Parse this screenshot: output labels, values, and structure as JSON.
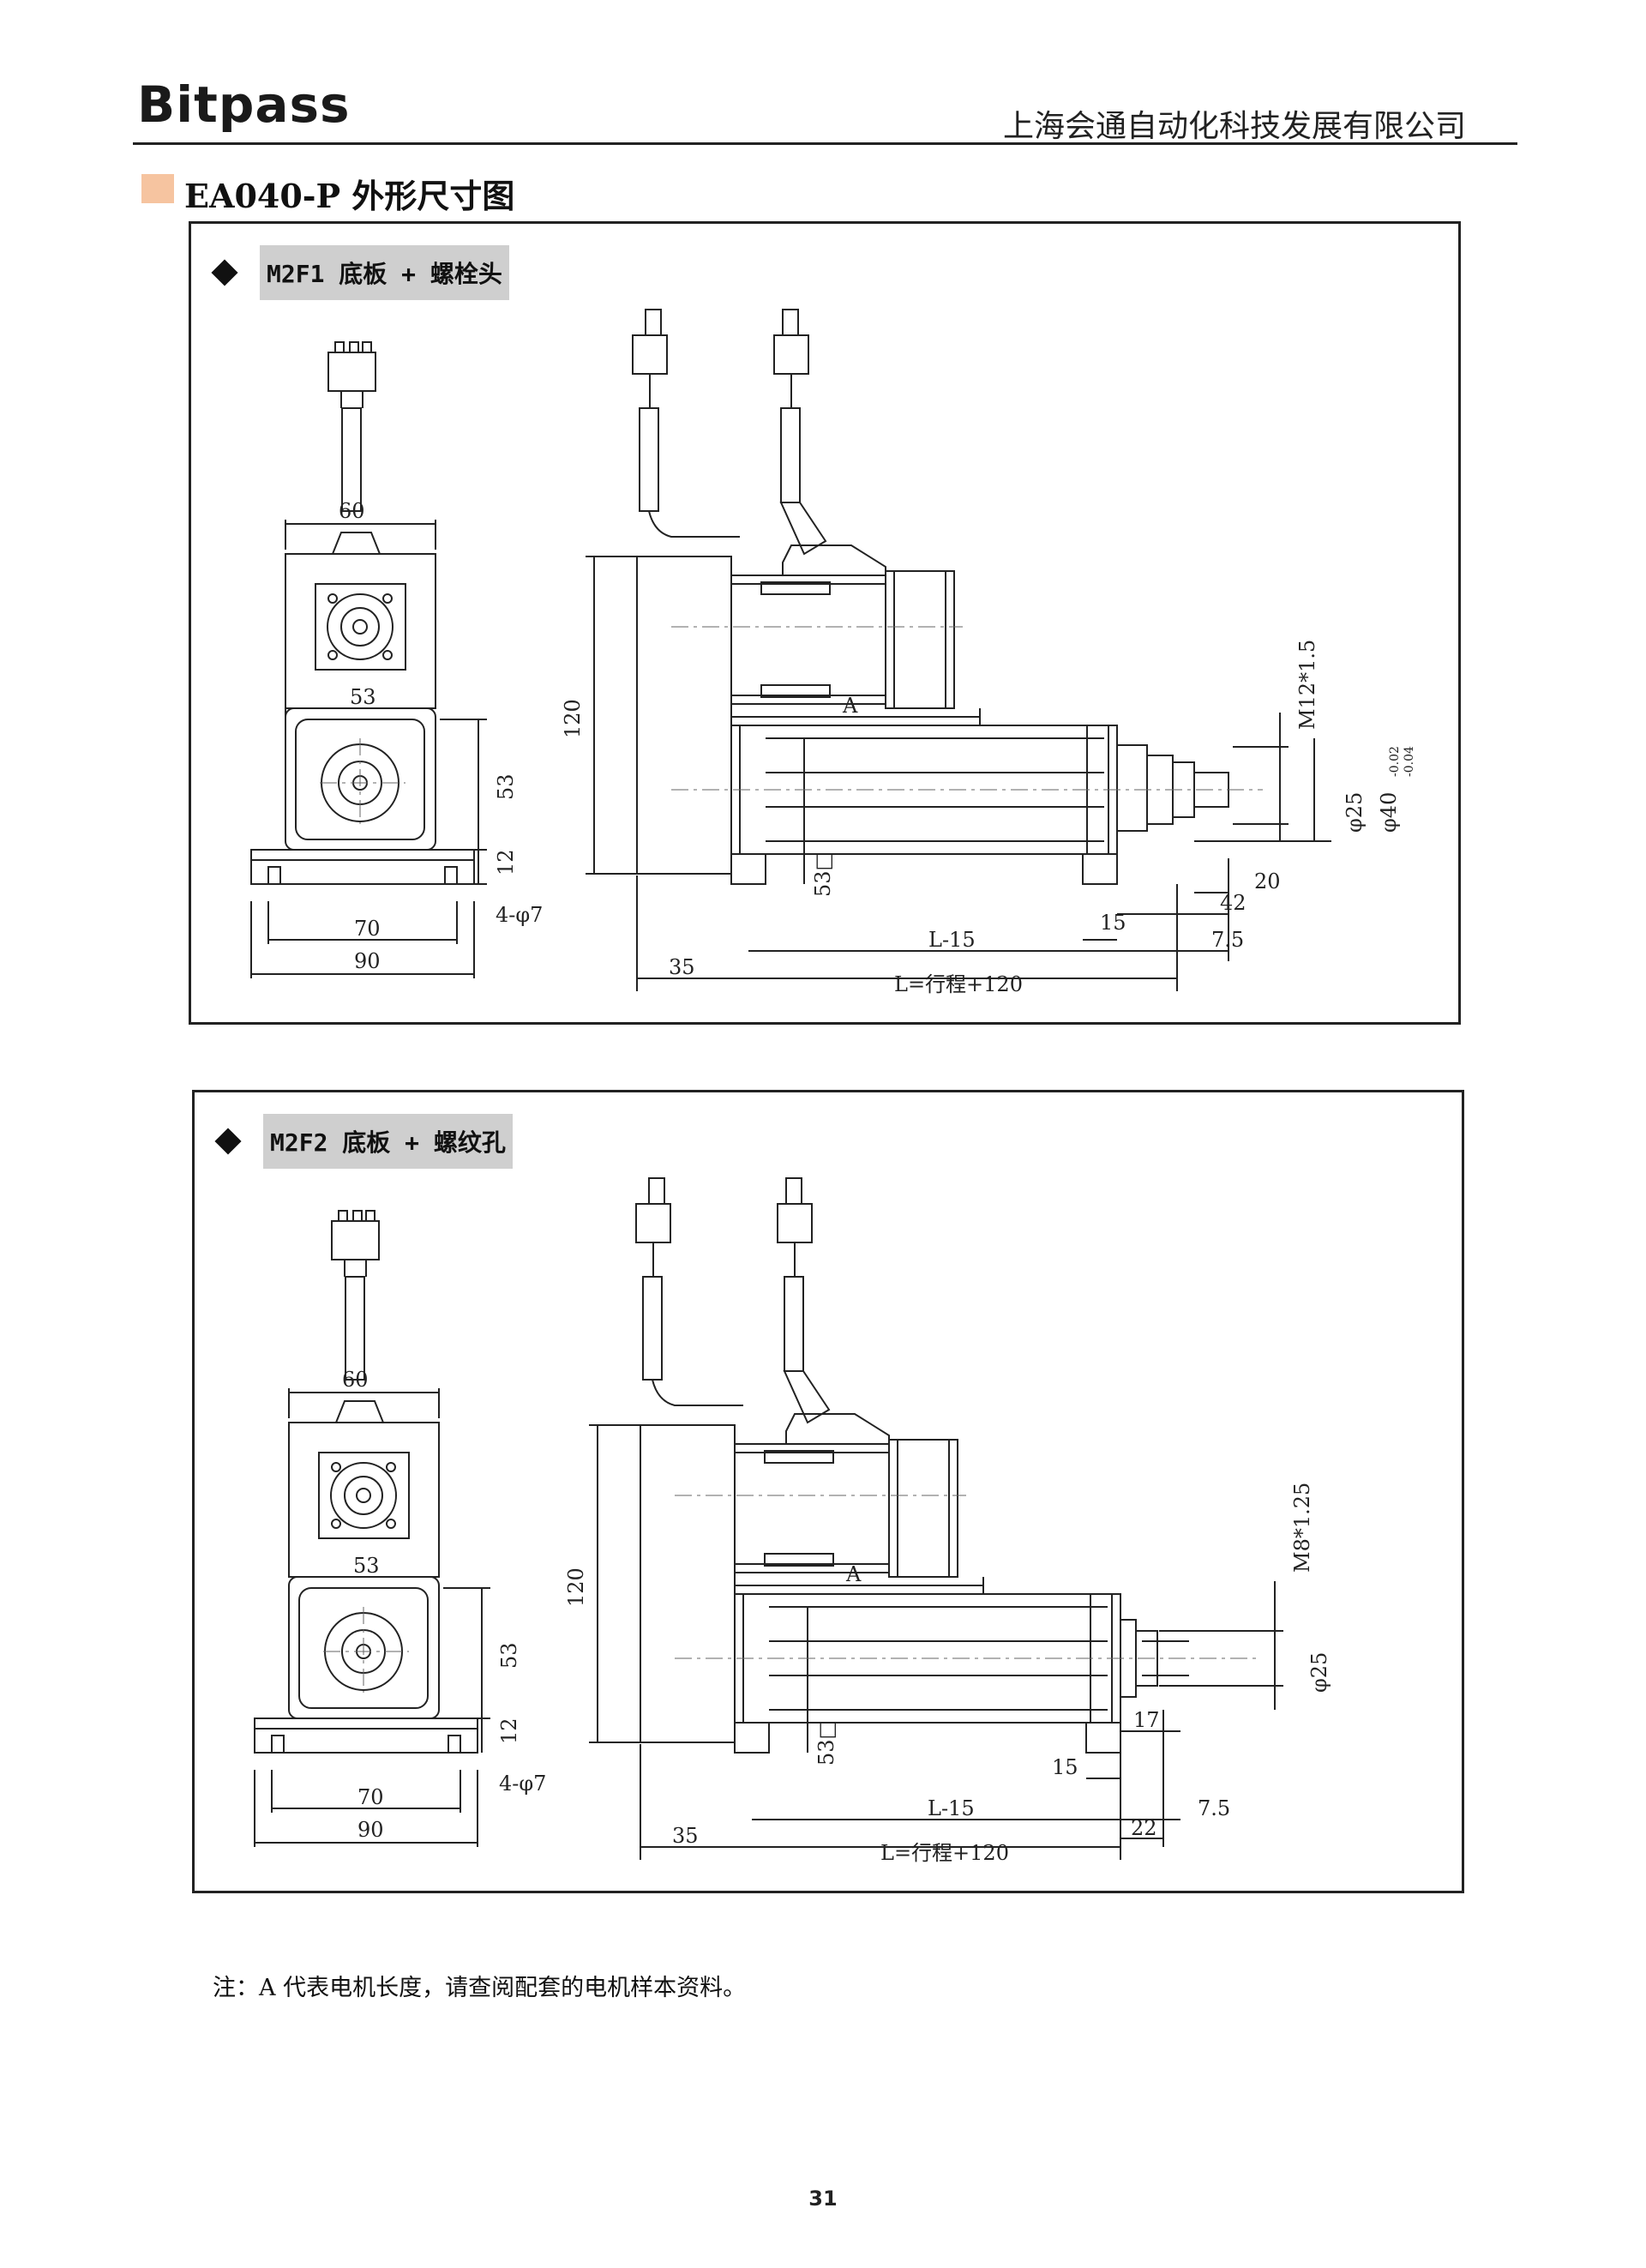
{
  "header": {
    "logo": "Bitpass",
    "company": "上海会通自动化科技发展有限公司"
  },
  "section": {
    "title": "EA040-P 外形尺寸图",
    "marker_color": "#f6c4a0"
  },
  "figures": [
    {
      "label": "M2F1 底板 + 螺栓头",
      "dims": {
        "top_width": "60",
        "body_width": "53",
        "body_height": "53",
        "base_height": "12",
        "holes": "4-φ7",
        "base_inner": "70",
        "base_outer": "90",
        "height": "120",
        "motor_len": "A",
        "thread": "M12*1.5",
        "shaft_dia": "φ25",
        "flange_dia": "φ40",
        "tol_upper": "-0.02",
        "tol_lower": "-0.04",
        "square": "53□",
        "end_len": "20",
        "end_total": "42",
        "foot": "15",
        "body_len": "L-15",
        "offset": "7.5",
        "front": "35",
        "total": "L=行程+120"
      }
    },
    {
      "label": "M2F2 底板 + 螺纹孔",
      "dims": {
        "top_width": "60",
        "body_width": "53",
        "body_height": "53",
        "base_height": "12",
        "holes": "4-φ7",
        "base_inner": "70",
        "base_outer": "90",
        "height": "120",
        "motor_len": "A",
        "thread": "M8*1.25",
        "shaft_dia": "φ25",
        "square": "53□",
        "end_len": "17",
        "foot": "15",
        "body_len": "L-15",
        "offset": "7.5",
        "front": "35",
        "end_total": "22",
        "total": "L=行程+120"
      }
    }
  ],
  "note": "注：A 代表电机长度，请查阅配套的电机样本资料。",
  "page_number": "31"
}
